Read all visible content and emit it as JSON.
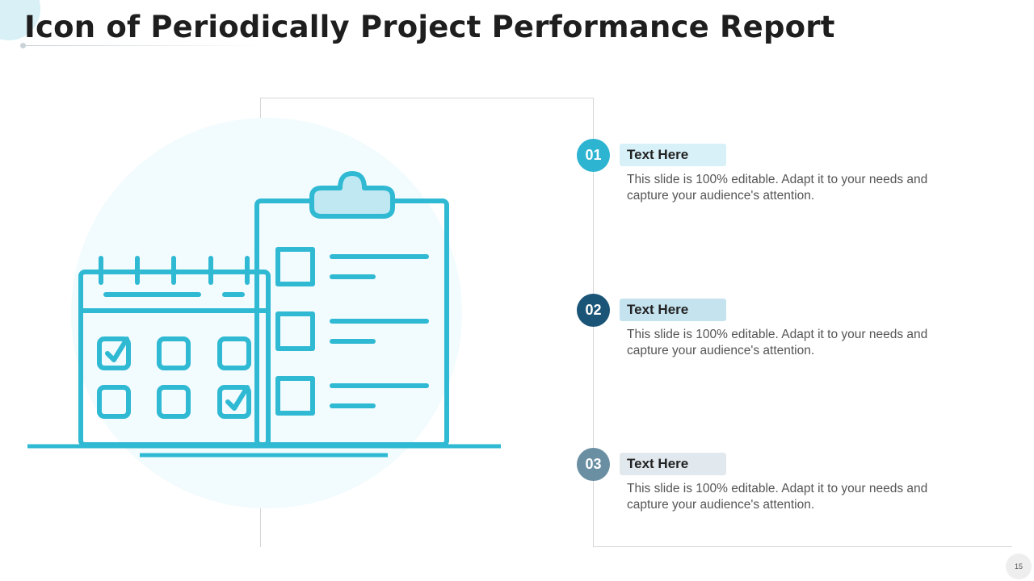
{
  "slide": {
    "title": "Icon of Periodically Project Performance Report",
    "page_number": "15"
  },
  "theme": {
    "icon_stroke": "#2fb9d3",
    "clip_fill": "#bfe8f2",
    "circle_bg": "#f2fbfd"
  },
  "illustration": {
    "icons": [
      "calendar-icon",
      "clipboard-checklist-icon"
    ]
  },
  "items": [
    {
      "number": "01",
      "label": "Text Here",
      "text": "This slide is 100% editable. Adapt it to your needs and capture your audience's attention.",
      "badge_color": "#2cb4d1",
      "tag_color": "#d8f1f8"
    },
    {
      "number": "02",
      "label": "Text Here",
      "text": "This slide is 100% editable. Adapt it to your needs and capture your audience's attention.",
      "badge_color": "#1a5577",
      "tag_color": "#c4e3ef"
    },
    {
      "number": "03",
      "label": "Text Here",
      "text": "This slide is 100% editable. Adapt it to your needs and capture your audience's attention.",
      "badge_color": "#6a8fa3",
      "tag_color": "#e1e9ee"
    }
  ]
}
